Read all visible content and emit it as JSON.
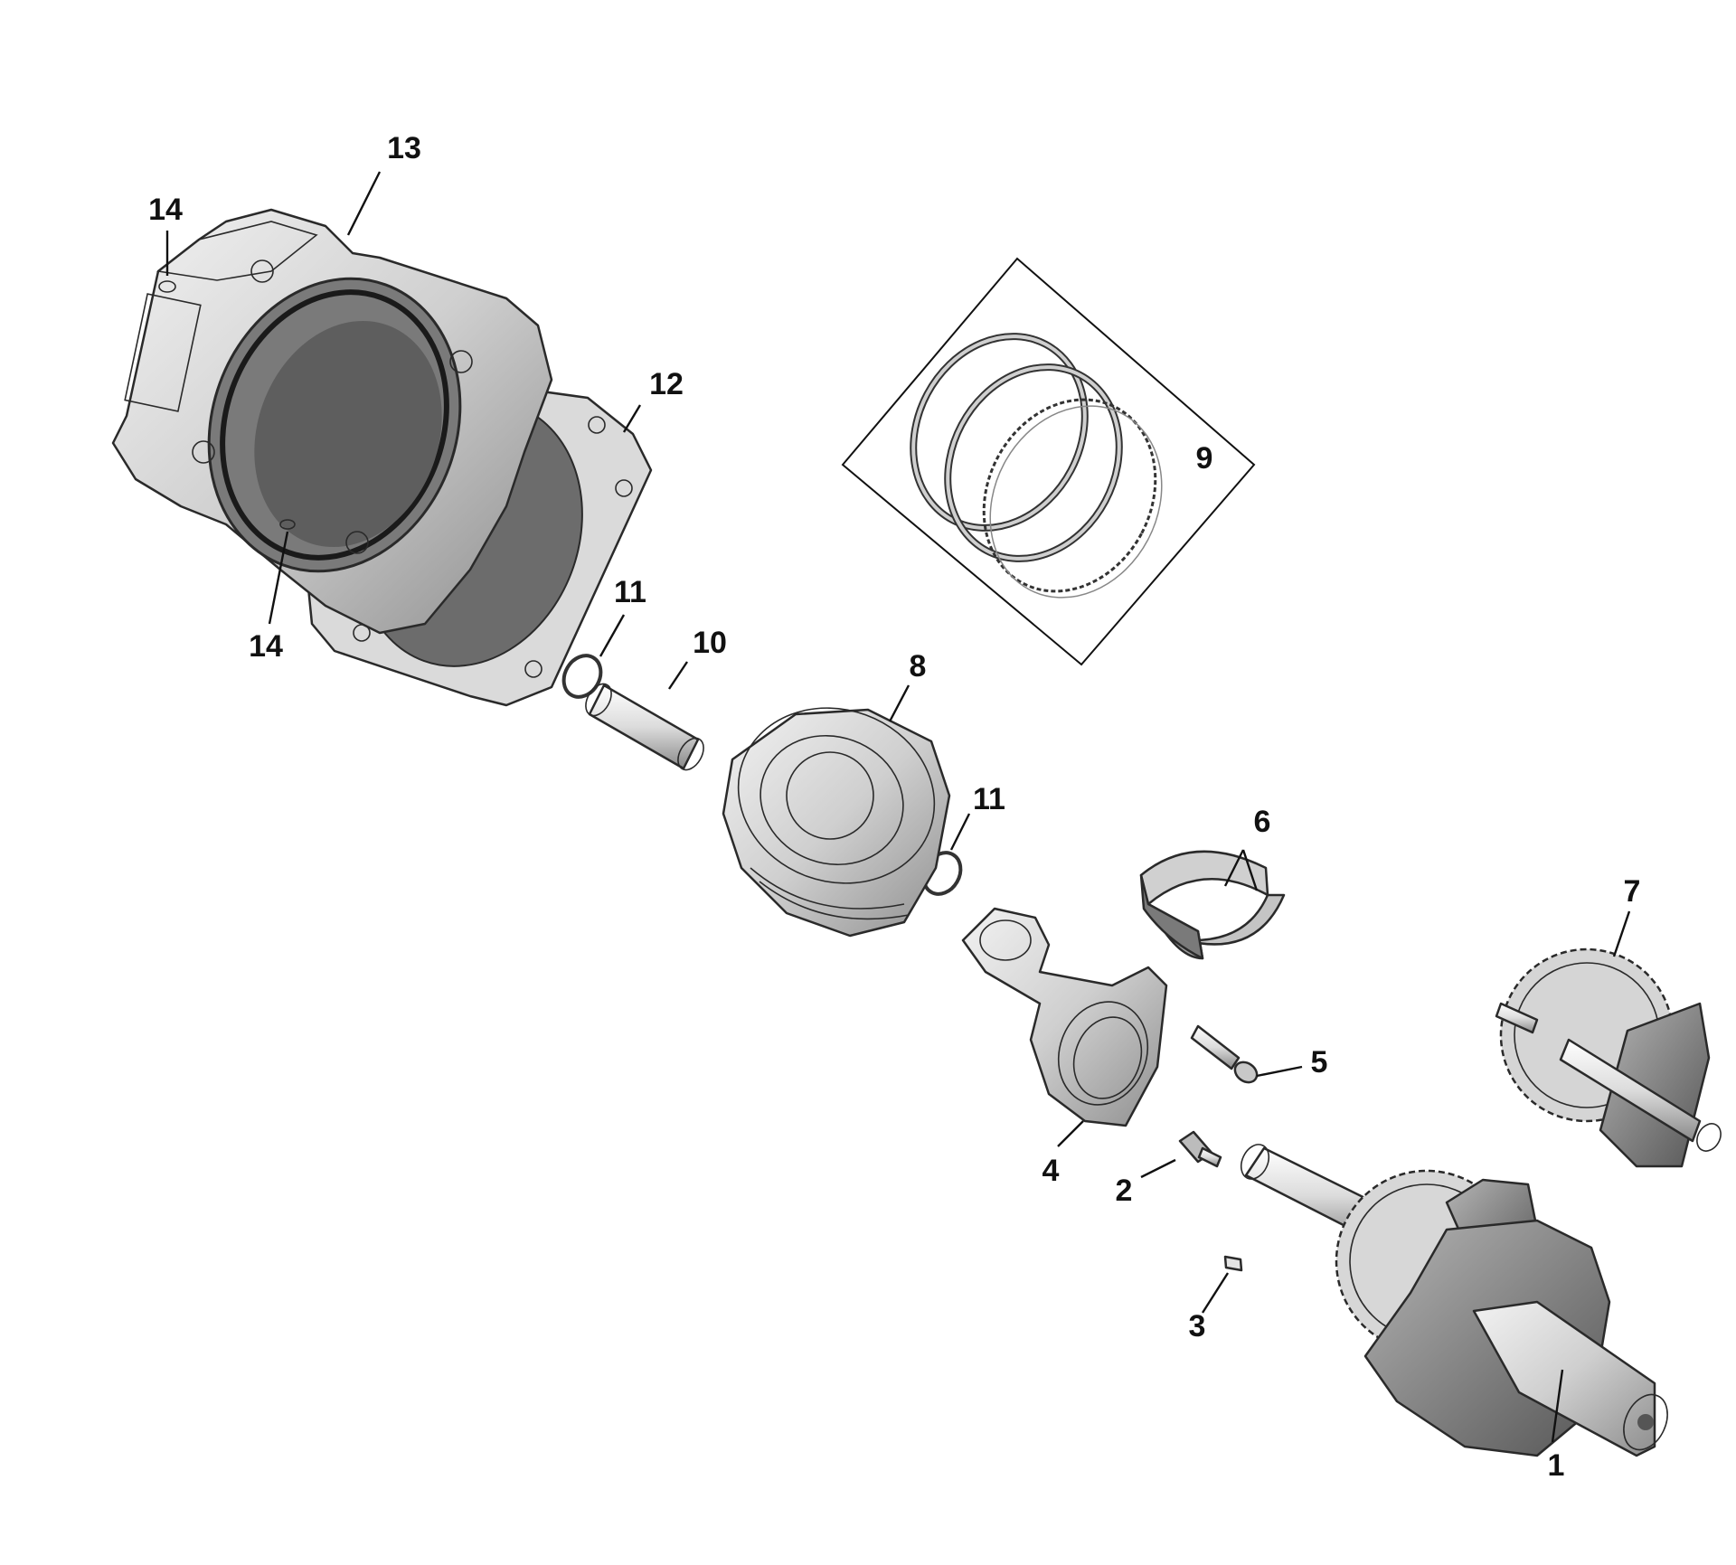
{
  "diagram": {
    "callouts": [
      "13",
      "14",
      "12",
      "11",
      "10",
      "8",
      "9",
      "11",
      "6",
      "7",
      "5",
      "4",
      "2",
      "3",
      "1",
      "14"
    ]
  },
  "parts": [
    {
      "id": "1",
      "icon": "crankshaft-icon"
    },
    {
      "id": "2",
      "icon": "bolt-icon"
    },
    {
      "id": "3",
      "icon": "key-icon"
    },
    {
      "id": "4",
      "icon": "connecting-rod-icon"
    },
    {
      "id": "5",
      "icon": "rod-bolt-icon"
    },
    {
      "id": "6",
      "icon": "bearing-shell-icon"
    },
    {
      "id": "7",
      "icon": "balance-shaft-icon"
    },
    {
      "id": "8",
      "icon": "piston-icon"
    },
    {
      "id": "9",
      "icon": "piston-ring-set-icon"
    },
    {
      "id": "10",
      "icon": "piston-pin-icon"
    },
    {
      "id": "11",
      "icon": "circlip-icon"
    },
    {
      "id": "12",
      "icon": "cylinder-base-gasket-icon"
    },
    {
      "id": "13",
      "icon": "cylinder-icon"
    },
    {
      "id": "14",
      "icon": "dowel-pin-icon"
    }
  ],
  "colors": {
    "part_fill": "#c9c9c9",
    "part_dark": "#8a8a8a",
    "line": "#2a2a2a",
    "label": "#111111",
    "background": "#ffffff"
  }
}
